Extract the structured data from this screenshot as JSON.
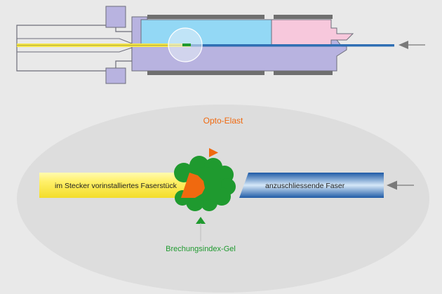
{
  "labels": {
    "top_label": "Opto-Elast",
    "bottom_label": "Brechungsindex-Gel",
    "left_fiber": "im Stecker vorinstalliertes Faserstück",
    "right_fiber": "anzuschliessende Faser"
  },
  "colors": {
    "background": "#e9e9e9",
    "ellipse": "#dddddd",
    "connector_body": "#b8b3e0",
    "connector_light_blue": "#93d8f5",
    "connector_pink": "#f7c8dc",
    "fiber_yellow": "#f4e64a",
    "fiber_blue": "#2f6fb4",
    "opto_elast_orange": "#f0690f",
    "gel_green": "#1f9a2f",
    "arrow_gray": "#7a7a7a"
  }
}
